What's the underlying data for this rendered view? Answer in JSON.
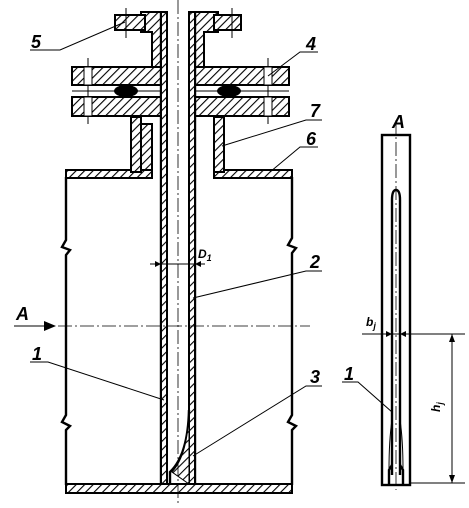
{
  "labels": {
    "n1_left": "1",
    "n2": "2",
    "n3": "3",
    "n4": "4",
    "n5": "5",
    "n6": "6",
    "n7": "7",
    "section_arrow": "A",
    "section_view_title": "A",
    "diameter": "D",
    "diameter_sub": "1",
    "n1_right": "1",
    "width_main": "b",
    "width_sub": "j",
    "height_main": "h",
    "height_sub": "j"
  },
  "colors": {
    "ink": "#000000",
    "paper": "#ffffff"
  }
}
